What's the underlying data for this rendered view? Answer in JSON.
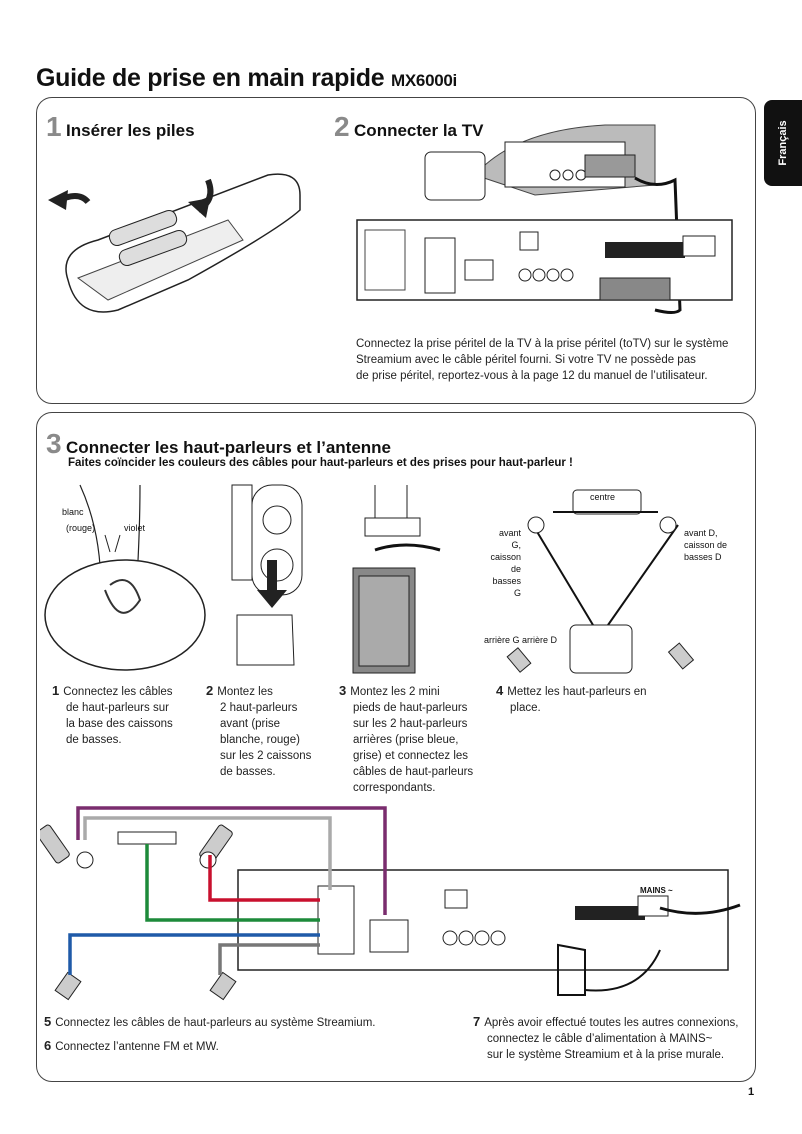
{
  "header": {
    "title": "Guide de prise en main rapide",
    "model": "MX6000i"
  },
  "language_tab": "Français",
  "section1": {
    "num": "1",
    "title": "Insérer les piles"
  },
  "section2": {
    "num": "2",
    "title": "Connecter la TV",
    "text": [
      "Connectez la prise péritel de la TV à la prise péritel (toTV) sur le système",
      "Streamium avec le câble péritel fourni. Si votre TV ne possède pas",
      "de prise péritel, reportez-vous à la page 12 du manuel de l’utilisateur."
    ]
  },
  "section3": {
    "num": "3",
    "title": "Connecter les haut-parleurs et l’antenne",
    "subtitle": "Faites coïncider les couleurs des câbles pour haut-parleurs et des prises pour haut-parleur !",
    "labels": {
      "white": "blanc",
      "red": "(rouge)",
      "violet": "violet",
      "centre": "centre",
      "front_left": [
        "avant G,",
        "caisson de",
        "basses G"
      ],
      "front_right": [
        "avant D,",
        "caisson de",
        "basses D"
      ],
      "rear": "arrière G arrière D"
    },
    "steps": [
      {
        "num": "1",
        "lines": [
          "Connectez les câbles",
          "de haut-parleurs sur",
          "la base des caissons",
          "de basses."
        ]
      },
      {
        "num": "2",
        "lines": [
          "Montez les",
          "2 haut-parleurs",
          "avant (prise",
          "blanche, rouge)",
          "sur les 2 caissons",
          "de basses."
        ]
      },
      {
        "num": "3",
        "lines": [
          "Montez les 2 mini",
          "pieds de haut-parleurs",
          "sur les 2 haut-parleurs",
          "arrières (prise bleue,",
          "grise) et connectez les",
          "câbles de haut-parleurs",
          "correspondants."
        ]
      },
      {
        "num": "4",
        "lines": [
          "Mettez les haut-parleurs en",
          "place."
        ]
      }
    ],
    "step5": {
      "num": "5",
      "text": "Connectez les câbles de haut-parleurs au système Streamium."
    },
    "step6": {
      "num": "6",
      "text": "Connectez l’antenne FM et MW."
    },
    "step7": {
      "num": "7",
      "lines": [
        "Après avoir effectué toutes les autres connexions,",
        "connectez le câble d’alimentation à MAINS~",
        "sur le système Streamium et à la prise murale."
      ]
    },
    "mains_label": "MAINS ~"
  },
  "page_number": "1",
  "colors": {
    "violet": "#7a2d6e",
    "red": "#c8102e",
    "green": "#1d8a3a",
    "blue": "#1f5aa8",
    "gray": "#888888"
  }
}
